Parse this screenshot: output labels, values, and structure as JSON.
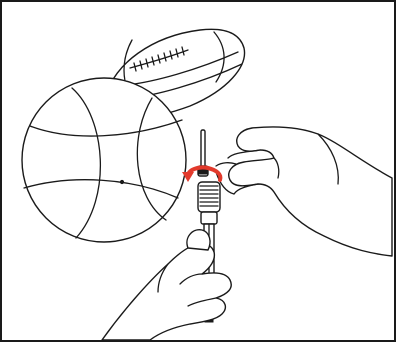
{
  "illustration": {
    "objects": [
      "american-football",
      "basketball",
      "inflation-needle",
      "pump-nozzle",
      "left-hand",
      "right-hand"
    ],
    "colors": {
      "line": "#1a1a1a",
      "rotation_arrow": "#e23a2c",
      "background": "#ffffff"
    }
  }
}
